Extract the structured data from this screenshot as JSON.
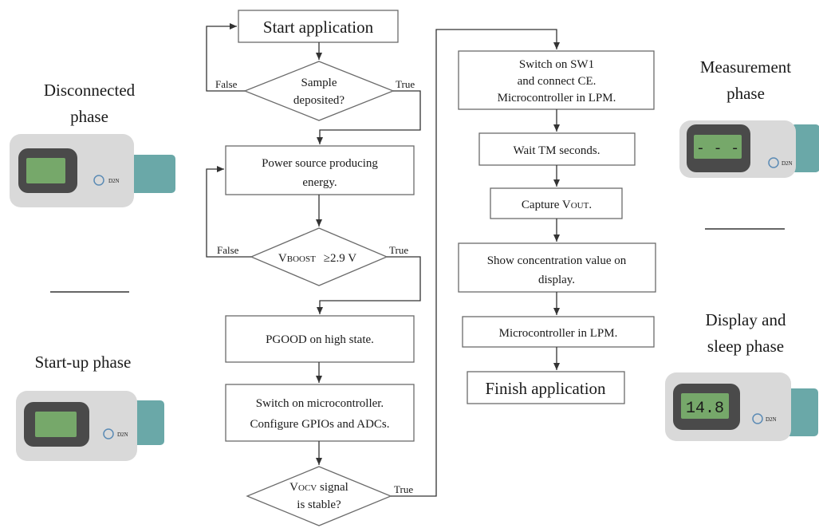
{
  "phases": {
    "disconnected": [
      "Disconnected",
      "phase"
    ],
    "startup": [
      "Start-up phase"
    ],
    "measurement": [
      "Measurement",
      "phase"
    ],
    "display_sleep": [
      "Display and",
      "sleep phase"
    ]
  },
  "device": {
    "logo_text": "D2N",
    "measurement_display": "- - -",
    "sleep_display": "14.8",
    "colors": {
      "body": "#d9d9d9",
      "bezel": "#4a4a4a",
      "screen": "#76a86a",
      "cap": "#6aa8a8"
    }
  },
  "flow_left": {
    "start": "Start application",
    "sample": [
      "Sample",
      "deposited?"
    ],
    "power": [
      "Power source producing",
      "energy."
    ],
    "vboost": "≥2.9 V",
    "vboost_sym": "V",
    "vboost_sub": "BOOST",
    "pgood": "PGOOD on high state.",
    "micro": [
      "Switch on microcontroller.",
      "Configure GPIOs and ADCs."
    ],
    "vocv_sym": "V",
    "vocv_sub": "OCV",
    "vocv_line1_rest": " signal",
    "vocv_line2": "is stable?"
  },
  "flow_right": {
    "sw1": [
      "Switch on SW1",
      "and connect CE.",
      "Microcontroller in LPM."
    ],
    "wait": "Wait TM seconds.",
    "capture_prefix": "Capture V",
    "capture_sub": "OUT",
    "capture_suffix": ".",
    "show": [
      "Show concentration value on",
      "display."
    ],
    "lpm": "Microcontroller in LPM.",
    "finish": "Finish application"
  },
  "edge_labels": {
    "false": "False",
    "true": "True"
  }
}
